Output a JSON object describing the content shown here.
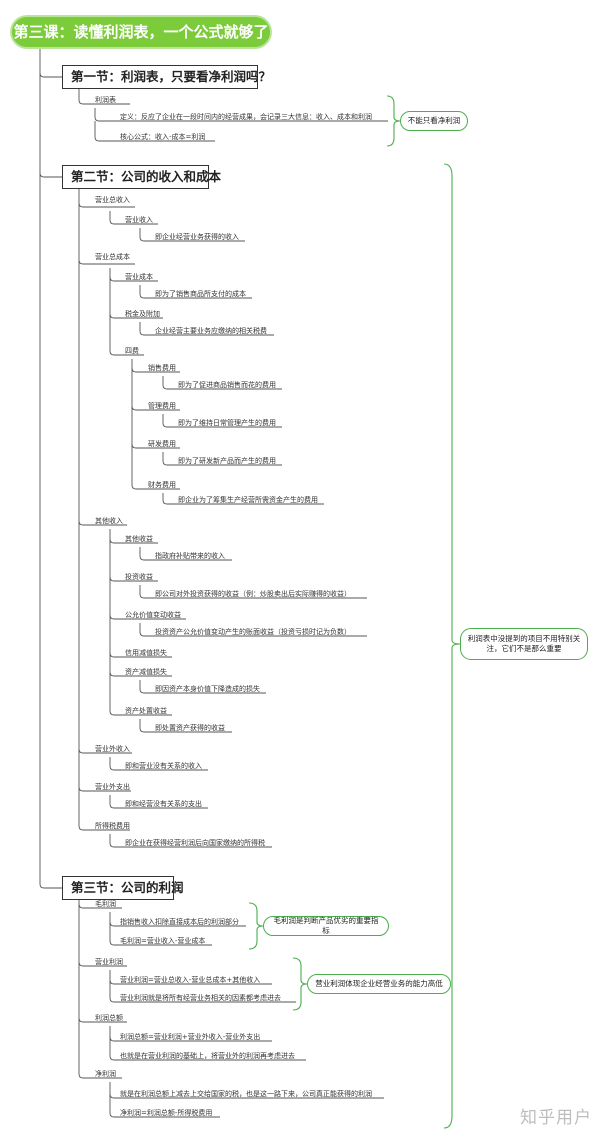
{
  "root": "第三课：读懂利润表，一个公式就够了",
  "sections": {
    "s1": {
      "title": "第一节：利润表，只要看净利润吗？",
      "n1": "利润表",
      "n2": "定义：反应了企业在一段时间内的经营成果，会记录三大信息：收入、成本和利润",
      "n3": "核心公式：收入-成本=利润",
      "callout": "不能只看净利润"
    },
    "s2": {
      "title": "第二节：公司的收入和成本",
      "rev_total": "营业总收入",
      "rev": "营业收入",
      "rev_def": "即企业经营业务获得的收入",
      "cost_total": "营业总成本",
      "cost": "营业成本",
      "cost_def": "即为了销售商品所支付的成本",
      "tax": "税金及附加",
      "tax_def": "企业经营主要业务应缴纳的相关税费",
      "four": "四费",
      "sell": "销售费用",
      "sell_def": "即为了促进商品销售而花的费用",
      "admin": "管理费用",
      "admin_def": "即为了维持日常管理产生的费用",
      "rd": "研发费用",
      "rd_def": "即为了研发新产品而产生的费用",
      "fin": "财务费用",
      "fin_def": "即企业为了筹集生产经营所需资金产生的费用",
      "other_income": "其他收入",
      "oi": "其他收益",
      "oi_def": "指政府补贴带来的收入",
      "inv": "投资收益",
      "inv_def": "即公司对外投资获得的收益（例：炒股卖出后实际赚得的收益）",
      "fv": "公允价值变动收益",
      "fv_def": "投资资产公允价值变动产生的账面收益（投资亏损时记为负数）",
      "credit": "信用减值损失",
      "asset_imp": "资产减值损失",
      "asset_imp_def": "即因资产本身价值下降造成的损失",
      "disposal": "资产处置收益",
      "disposal_def": "即处置资产获得的收益",
      "nonop_in": "营业外收入",
      "nonop_in_def": "即和营业没有关系的收入",
      "nonop_out": "营业外支出",
      "nonop_out_def": "即和经营没有关系的支出",
      "income_tax": "所得税费用",
      "income_tax_def": "即企业在获得经营利润后向国家缴纳的所得税",
      "callout": "利润表中没提到的项目不用特别关注，它们不是那么重要"
    },
    "s3": {
      "title": "第三节：公司的利润",
      "gross": "毛利润",
      "gross_def": "指销售收入扣除直接成本后的利润部分",
      "gross_formula": "毛利润=营业收入-营业成本",
      "gross_callout": "毛利润是判断产品优劣的重要指标",
      "op": "营业利润",
      "op_formula": "营业利润=营业总收入-营业总成本+其他收入",
      "op_desc": "营业利润就是将所有经营业务相关的因素都考虑进去",
      "op_callout": "营业利润体现企业经营业务的能力高低",
      "total": "利润总额",
      "total_formula": "利润总额=营业利润+营业外收入-营业外支出",
      "total_desc": "也就是在营业利润的基础上，将营业外的利润再考虑进去",
      "net": "净利润",
      "net_desc": "就是在利润总额上减去上交给国家的税，也是这一路下来，公司真正能获得的利润",
      "net_formula": "净利润=利润总额-所得税费用"
    }
  },
  "watermark": "知乎用户"
}
